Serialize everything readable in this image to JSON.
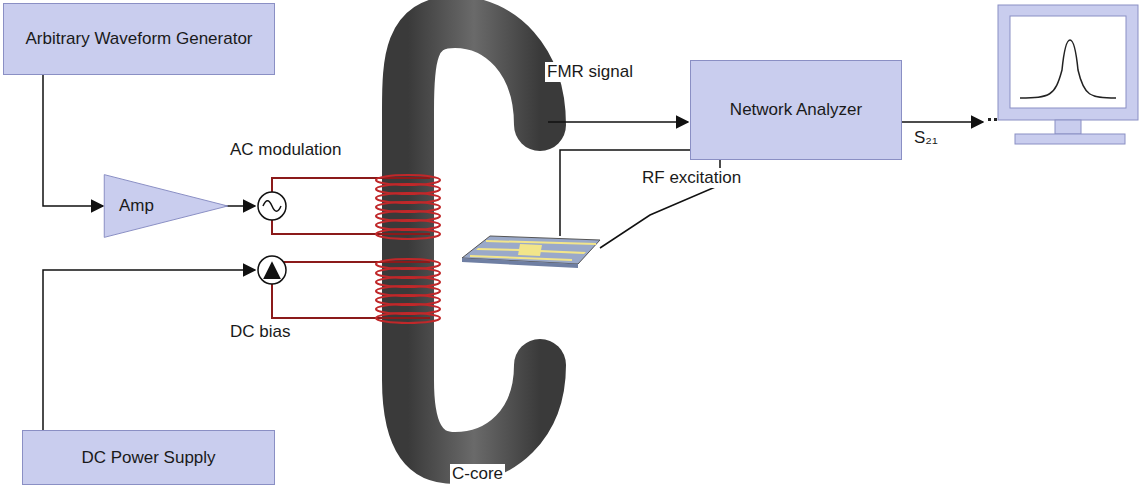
{
  "diagram": {
    "nodes": [
      {
        "text": [
          "Arbitrary Waveform Generator"
        ]
      },
      {
        "text": [
          "Amp"
        ]
      },
      {
        "text": [
          "Network Analyzer"
        ]
      },
      {
        "text": [
          "DC Power Supply"
        ]
      }
    ],
    "edges": [
      {
        "from": 0,
        "to": 1,
        "arrow": "to"
      }
    ],
    "labels": [
      "AC modulation",
      "DC bias",
      "C-core",
      "FMR signal",
      "RF excitation",
      "S₂₁"
    ]
  }
}
